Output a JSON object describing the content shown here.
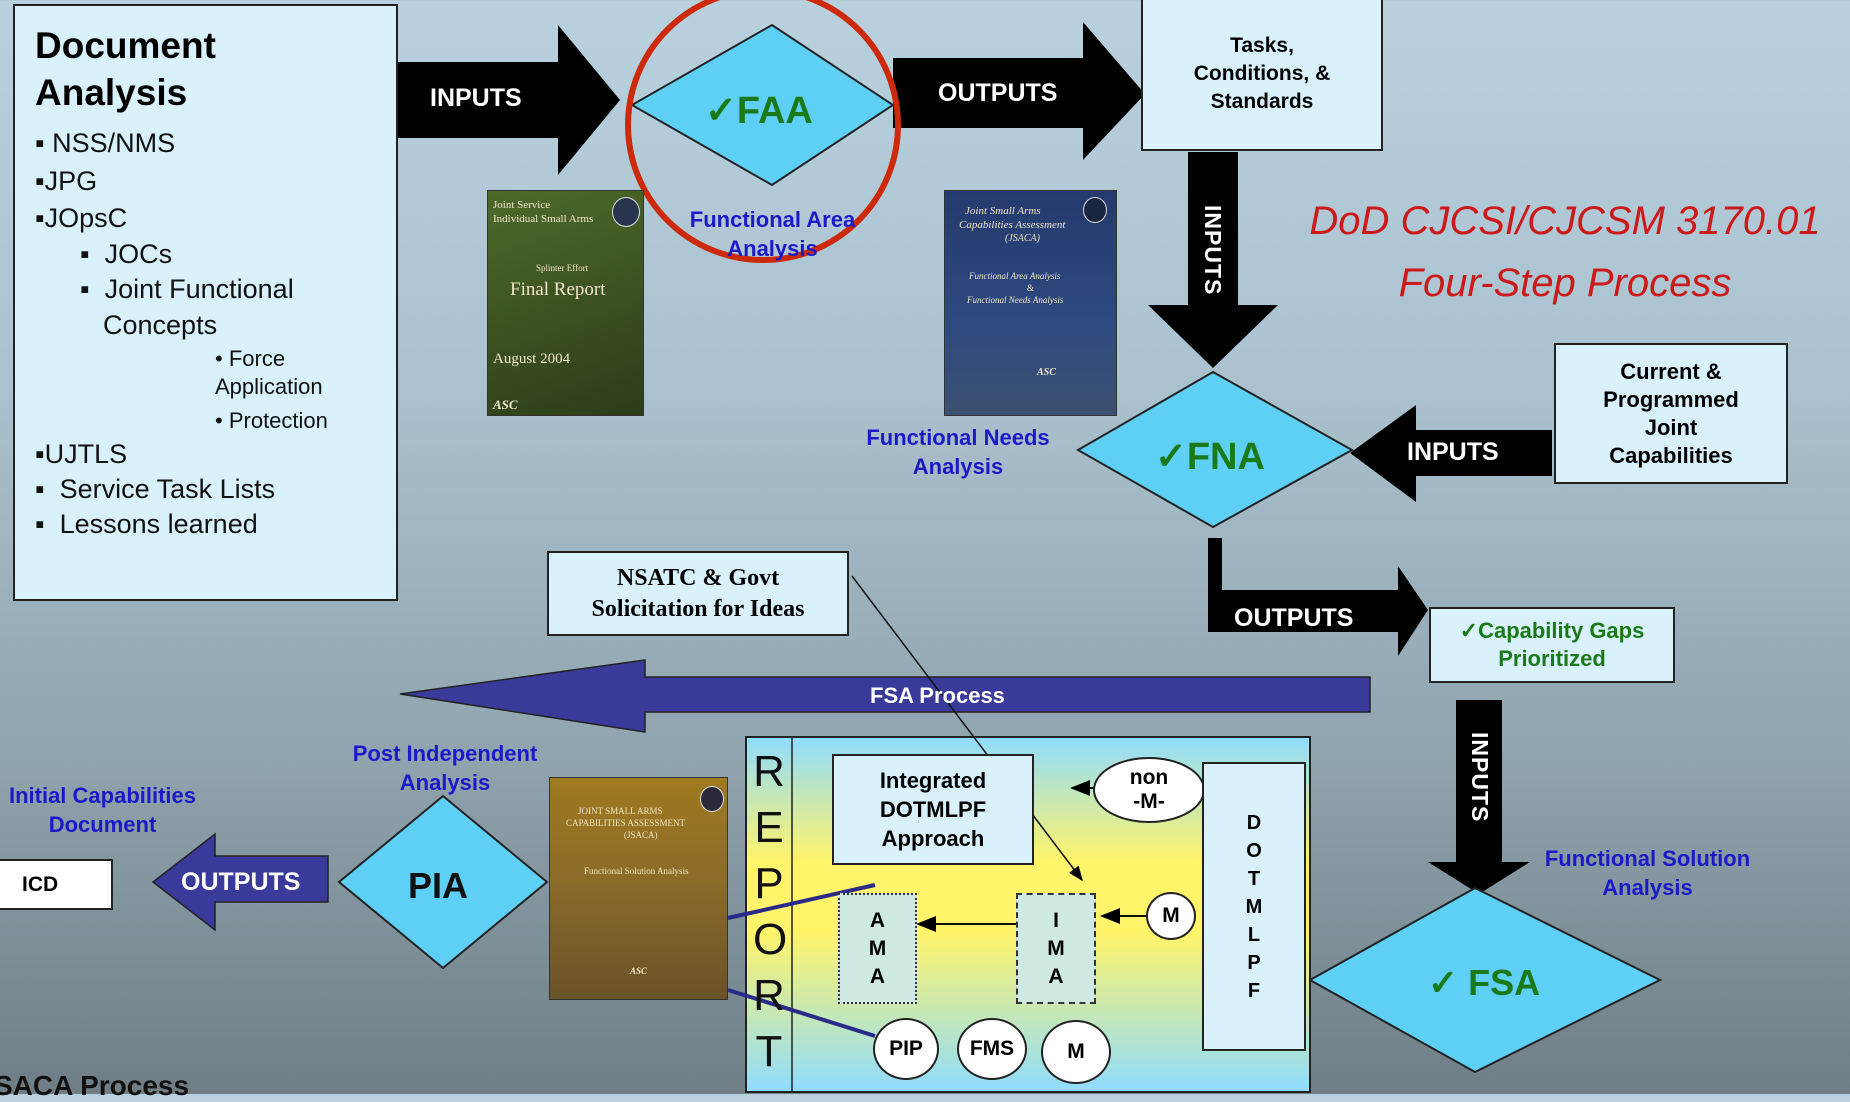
{
  "document_analysis": {
    "title_line1": "Document",
    "title_line2": "Analysis",
    "items": {
      "nss": "NSS/NMS",
      "jpg": "JPG",
      "jopsc": "JOpsC",
      "jocs": "JOCs",
      "jfc_line1": "Joint Functional",
      "jfc_line2": "Concepts",
      "force_line1": "Force",
      "force_line2": "Application",
      "protection": "Protection",
      "ujtls": "UJTLS",
      "stl": "Service Task Lists",
      "lessons": "Lessons learned"
    },
    "bullet_square": "▪",
    "bullet_dot": "•"
  },
  "arrows": {
    "inputs_faa": "INPUTS",
    "outputs_faa": "OUTPUTS",
    "inputs_down": "INPUTS",
    "inputs_fna": "INPUTS",
    "outputs_fna": "OUTPUTS",
    "fsa_process": "FSA Process",
    "inputs_fsa": "INPUTS",
    "outputs_ica": "OUTPUTS"
  },
  "faa": {
    "label": "✓FAA",
    "caption_line1": "Functional Area",
    "caption_line2": "Analysis"
  },
  "tasks_box": {
    "line1": "Tasks,",
    "line2": "Conditions, &",
    "line3": "Standards"
  },
  "title": {
    "line1": "DoD CJCSI/CJCSM 3170.01",
    "line2": "Four-Step Process"
  },
  "fna": {
    "label": "✓FNA",
    "caption_line1": "Functional Needs",
    "caption_line2": "Analysis"
  },
  "current_box": {
    "line1": "Current &",
    "line2": "Programmed",
    "line3": "Joint",
    "line4": "Capabilities"
  },
  "nsatc_box": {
    "line1": "NSATC & Govt",
    "line2": "Solicitation for Ideas"
  },
  "gaps_box": {
    "line1": "✓Capability Gaps",
    "line2": "Prioritized"
  },
  "fsa": {
    "label": "✓ FSA",
    "caption_line1": "Functional Solution",
    "caption_line2": "Analysis"
  },
  "pia": {
    "label": "PIA",
    "caption_line1": "Post Independent",
    "caption_line2": "Analysis"
  },
  "icd": {
    "label": "ICD",
    "caption_line1": "Initial Capabilities",
    "caption_line2": "Document"
  },
  "report": {
    "letters": [
      "R",
      "E",
      "P",
      "O",
      "R",
      "T"
    ],
    "integrated_line1": "Integrated",
    "integrated_line2": "DOTMLPF",
    "integrated_line3": "Approach",
    "non_m_line1": "non",
    "non_m_line2": "-M-",
    "dotmlpf": [
      "D",
      "O",
      "T",
      "M",
      "L",
      "P",
      "F"
    ],
    "ama": [
      "A",
      "M",
      "A"
    ],
    "ima": [
      "I",
      "M",
      "A"
    ],
    "m1": "M",
    "pip": "PIP",
    "fms": "FMS",
    "m2": "M"
  },
  "cover1": {
    "line1": "Joint Service",
    "line2": "Individual Small Arms",
    "line3": "Splinter Effort",
    "title": "Final Report",
    "date": "August 2004",
    "logo": "ASC"
  },
  "cover2": {
    "line1": "Joint Small Arms",
    "line2": "Capabilities Assessment",
    "line3": "(JSACA)",
    "line4": "Functional Area Analysis",
    "line5": "&",
    "line6": "Functional Needs Analysis",
    "logo": "ASC"
  },
  "cover3": {
    "line1": "JOINT SMALL ARMS",
    "line2": "CAPABILITIES ASSESSMENT",
    "line3": "(JSACA)",
    "line4": "Functional Solution Analysis",
    "logo": "ASC"
  },
  "footer_caption": "SACA Process",
  "colors": {
    "diamond_fill": "#5ecff5",
    "arrow_black": "#000000",
    "fsa_arrow": "#3a3a9a",
    "box_fill": "#d9f1fb",
    "title_red": "#cc1a1a",
    "caption_blue": "#1a1ac8",
    "green_text": "#1a7a1a",
    "highlight_ring": "#cc2a0a"
  }
}
